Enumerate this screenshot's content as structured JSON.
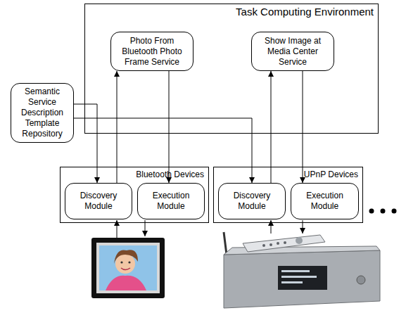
{
  "diagram": {
    "nodes": [
      {
        "text": [
          "Task Computing Environment"
        ]
      },
      {
        "text": [
          "Photo From Bluetooth Photo Frame Service"
        ],
        "in": 0
      },
      {
        "text": [
          "Show Image at Media Center Service"
        ],
        "in": 0
      },
      {
        "text": [
          "Semantic Service Description Template Repository"
        ]
      },
      {
        "text": [
          "Bluetooth Devices"
        ]
      },
      {
        "text": [
          "Discovery Module"
        ],
        "in": 4
      },
      {
        "text": [
          "Execution Module"
        ],
        "in": 4
      },
      {
        "text": [
          "UPnP Devices"
        ]
      },
      {
        "text": [
          "Discovery Module"
        ],
        "in": 7
      },
      {
        "text": [
          "Execution Module"
        ],
        "in": 7
      }
    ],
    "edges": [
      {
        "from": 5,
        "to": 1,
        "arrow": "to"
      },
      {
        "from": 1,
        "to": 6,
        "arrow": "to"
      },
      {
        "from": 8,
        "to": 2,
        "arrow": "to"
      },
      {
        "from": 2,
        "to": 9,
        "arrow": "to"
      },
      {
        "from": 3,
        "to": 5,
        "arrow": "to"
      },
      {
        "from": 3,
        "to": 8,
        "arrow": "to"
      }
    ]
  }
}
